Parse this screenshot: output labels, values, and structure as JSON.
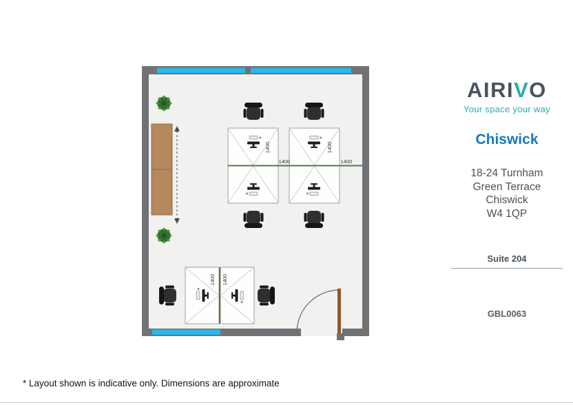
{
  "brand": {
    "logo_prefix": "AIRI",
    "logo_accent_letter": "V",
    "logo_suffix": "O",
    "tagline": "Your space your way"
  },
  "location": {
    "name": "Chiswick",
    "address_lines": [
      "18-24 Turnham",
      "Green Terrace",
      "Chiswick",
      "W4 1QP"
    ],
    "suite_label": "Suite 204",
    "property_code": "GBL0063"
  },
  "floorplan": {
    "desk_dimension": "1400"
  },
  "footer": {
    "disclaimer": "* Layout shown is indicative only. Dimensions are approximate"
  },
  "colors": {
    "brand_teal": "#2BACA4",
    "brand_slate": "#49525B",
    "location_blue": "#1878BE",
    "window_cyan": "#2BB8EA",
    "wall_gray": "#717275",
    "cabinet_brown": "#B5895E",
    "plant_green": "#49953F",
    "trunking_green": "#4F7B42"
  }
}
